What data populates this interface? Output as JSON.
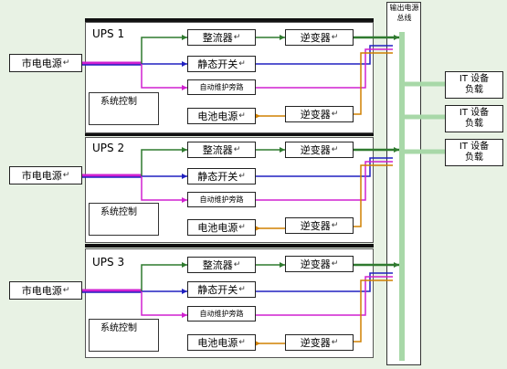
{
  "title": "输出电源总线",
  "ups_units": [
    {
      "name": "UPS 1",
      "mains": "市电电源",
      "rectifier": "整流器",
      "inverter": "逆变器",
      "static_switch": "静态开关",
      "bypass": "自动维护旁路",
      "battery": "电池电源",
      "inverter2": "逆变器",
      "control": "系统控制"
    },
    {
      "name": "UPS 2",
      "mains": "市电电源",
      "rectifier": "整流器",
      "inverter": "逆变器",
      "static_switch": "静态开关",
      "bypass": "自动维护旁路",
      "battery": "电池电源",
      "inverter2": "逆变器",
      "control": "系统控制"
    },
    {
      "name": "UPS 3",
      "mains": "市电电源",
      "rectifier": "整流器",
      "inverter": "逆变器",
      "static_switch": "静态开关",
      "bypass": "自动维护旁路",
      "battery": "电池电源",
      "inverter2": "逆变器",
      "control": "系统控制"
    }
  ],
  "loads": [
    {
      "line1": "IT 设备",
      "line2": "负载"
    },
    {
      "line1": "IT 设备",
      "line2": "负载"
    },
    {
      "line1": "IT 设备",
      "line2": "负载"
    }
  ],
  "colors": {
    "green": "#2f7a2f",
    "blue": "#2020c0",
    "magenta": "#d020d0",
    "orange": "#d08000",
    "bus_green": "#a8d8a8"
  }
}
